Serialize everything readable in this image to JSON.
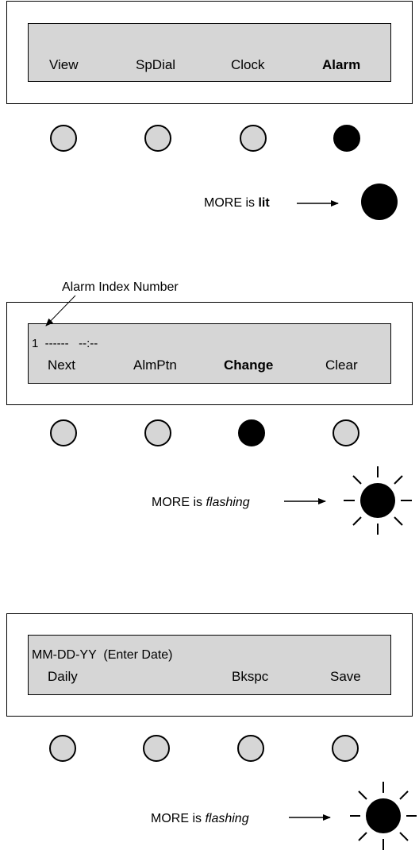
{
  "panel1": {
    "softkeys": [
      "View",
      "SpDial",
      "Clock",
      "Alarm"
    ],
    "status_prefix": "MORE is ",
    "status_word": "lit"
  },
  "panel2": {
    "callout": "Alarm Index Number",
    "display_line": "1  ------   --:--",
    "softkeys": [
      "Next",
      "AlmPtn",
      "Change",
      "Clear"
    ],
    "status_prefix": "MORE is ",
    "status_word": "flashing"
  },
  "panel3": {
    "display_line": "MM-DD-YY  (Enter Date)",
    "softkeys": [
      "Daily",
      "Bkspc",
      "Save"
    ],
    "status_prefix": "MORE is ",
    "status_word": "flashing"
  },
  "colors": {
    "lcd": "#d6d6d6",
    "lit": "#000000"
  }
}
